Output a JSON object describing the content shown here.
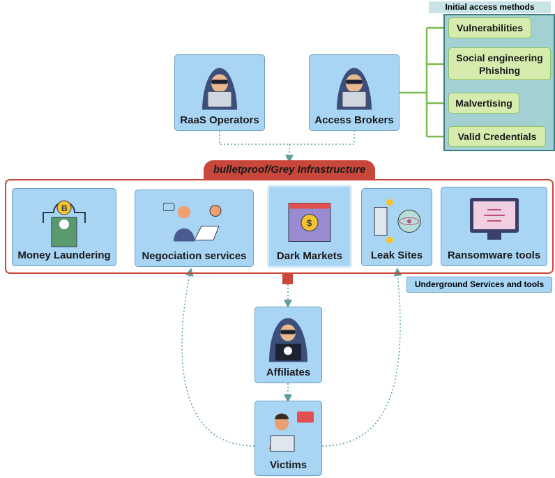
{
  "top": {
    "raas": "RaaS Operators",
    "brokers": "Access Brokers"
  },
  "access_methods": {
    "title": "Initial access methods",
    "items": [
      "Vulnerabilities",
      "Social engineering",
      "Phishing",
      "Malvertising",
      "Valid Credentials"
    ]
  },
  "infrastructure": {
    "label": "bulletproof/Grey Infrastructure",
    "services": [
      "Money Laundering",
      "Negociation services",
      "Dark Markets",
      "Leak Sites",
      "Ransomware tools"
    ],
    "group_label": "Underground Services and tools"
  },
  "bottom": {
    "affiliates": "Affiliates",
    "victims": "Victims"
  },
  "colors": {
    "box": "#a9d5f5",
    "green": "#d5ecae",
    "teal": "#a3d0d3",
    "red": "#c9473a"
  }
}
